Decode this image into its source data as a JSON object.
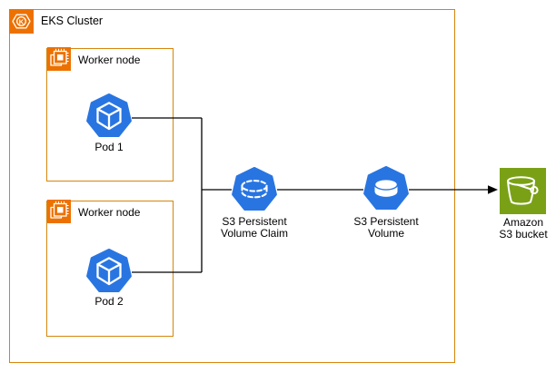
{
  "cluster": {
    "label": "EKS Cluster"
  },
  "worker_nodes": [
    {
      "label": "Worker node"
    },
    {
      "label": "Worker node"
    }
  ],
  "pods": [
    {
      "label": "Pod 1"
    },
    {
      "label": "Pod 2"
    }
  ],
  "pvc": {
    "label_line1": "S3 Persistent",
    "label_line2": "Volume Claim"
  },
  "pv": {
    "label_line1": "S3 Persistent",
    "label_line2": "Volume"
  },
  "s3_bucket": {
    "label_line1": "Amazon",
    "label_line2": "S3 bucket"
  },
  "colors": {
    "aws_orange": "#ED7100",
    "group_border_orange": "#D6860D",
    "kubernetes_blue": "#2875E2",
    "s3_green": "#7AA116",
    "connector_black": "#000000"
  }
}
